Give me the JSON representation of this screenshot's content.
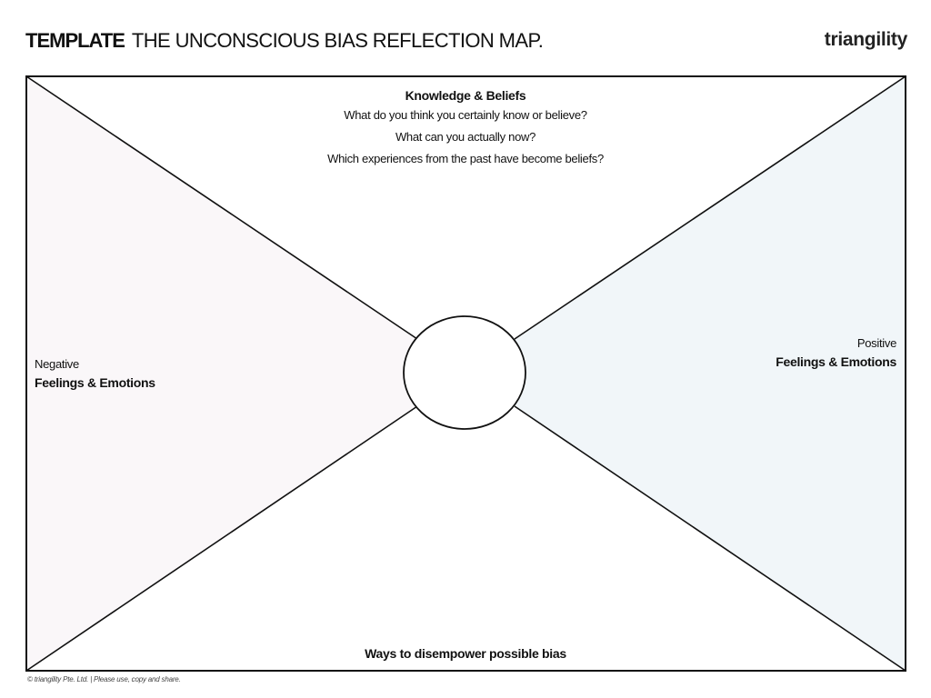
{
  "header": {
    "label": "TEMPLATE",
    "title": "THE UNCONSCIOUS BIAS REFLECTION MAP.",
    "brand": "triangility"
  },
  "top": {
    "heading": "Knowledge & Beliefs",
    "questions": [
      "What do you think you certainly know or believe?",
      "What can you actually now?",
      "Which experiences from the past have become beliefs?"
    ]
  },
  "left": {
    "sub": "Negative",
    "heading": "Feelings & Emotions"
  },
  "right": {
    "sub": "Positive",
    "heading": "Feelings & Emotions"
  },
  "bottom": {
    "heading": "Ways to disempower possible bias"
  },
  "footer": {
    "text": "© triangility Pte. Ltd.   |  Please use, copy and share."
  },
  "colors": {
    "left_fill": "#faf7f9",
    "right_fill": "#f1f6f9",
    "stroke": "#111111"
  }
}
